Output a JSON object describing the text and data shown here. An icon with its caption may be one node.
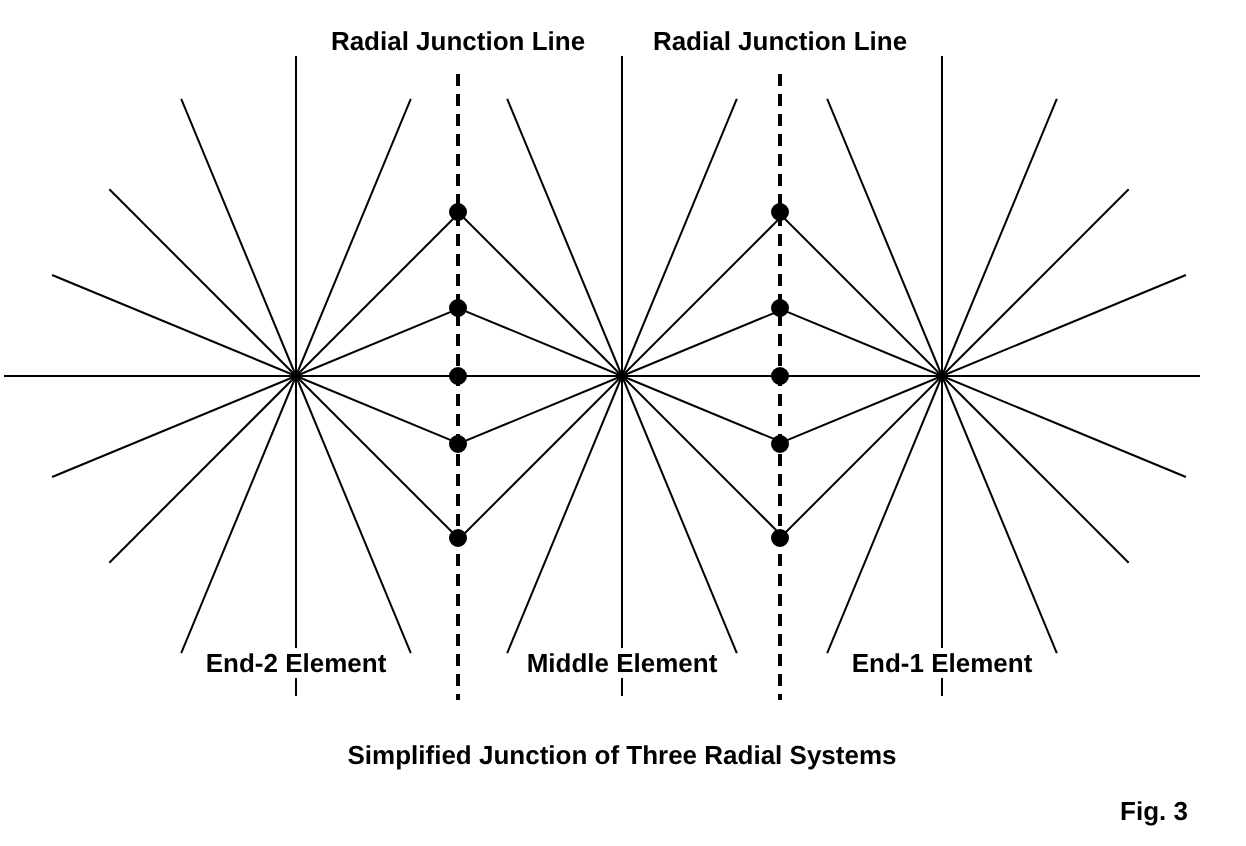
{
  "diagram": {
    "caption": "Simplified Junction of Three Radial Systems",
    "labels": [
      "Radial Junction Line",
      "Radial Junction Line",
      "End-2 Element",
      "Middle Element",
      "End-1 Element",
      "Fig. 3"
    ]
  }
}
